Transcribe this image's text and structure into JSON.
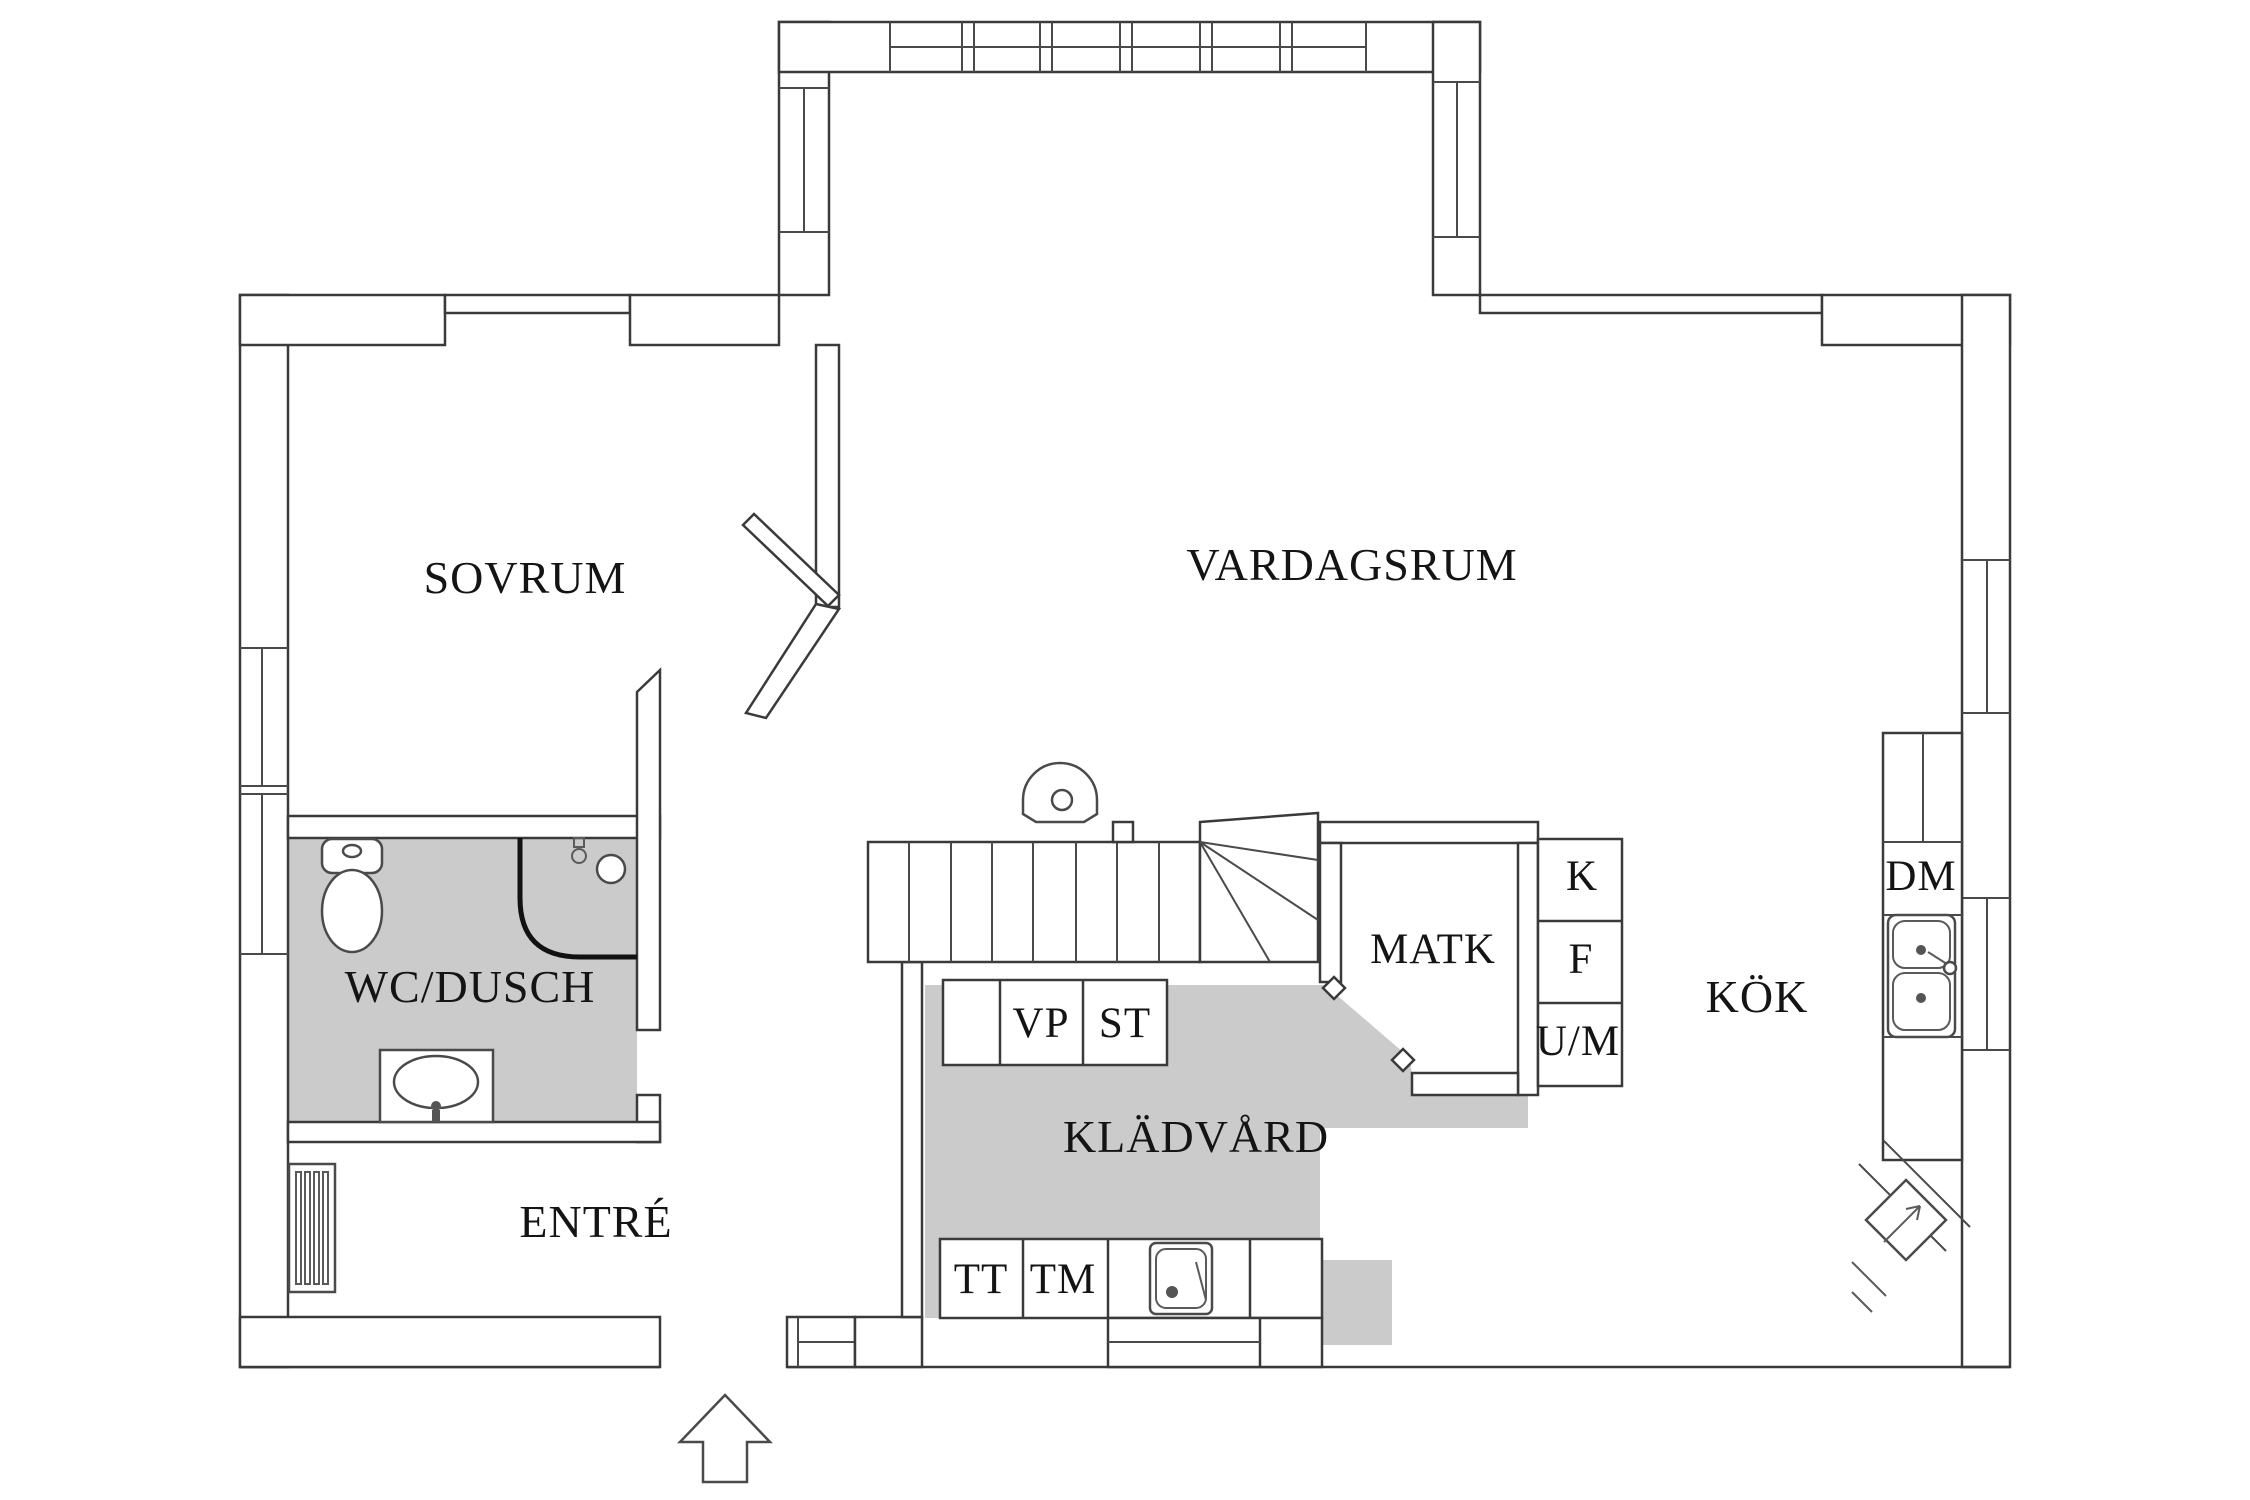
{
  "plan": {
    "rooms": {
      "sovrum": "SOVRUM",
      "vardagsrum": "VARDAGSRUM",
      "wc_dusch": "WC/DUSCH",
      "entre": "ENTRÉ",
      "kladvard": "KLÄDVÅRD",
      "matk": "MATK",
      "kok": "KÖK"
    },
    "appliances": {
      "k": "K",
      "f": "F",
      "um": "U/M",
      "dm": "DM",
      "vp": "VP",
      "st": "ST",
      "tt": "TT",
      "tm": "TM"
    },
    "colors": {
      "wet_area_fill": "#cbcbcb",
      "wall_line": "#3a3a3a"
    }
  }
}
